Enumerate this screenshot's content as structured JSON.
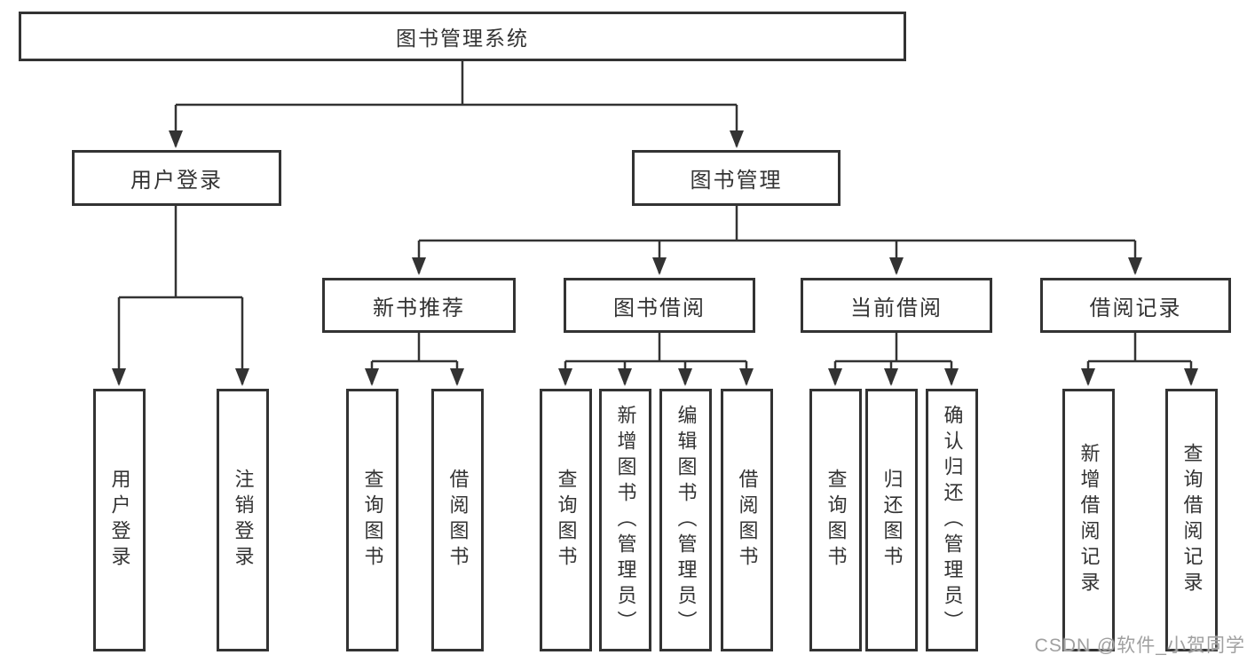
{
  "tree": {
    "root": {
      "label": "图书管理系统",
      "children": [
        {
          "label": "用户登录",
          "children": [
            {
              "label": "用户登录"
            },
            {
              "label": "注销登录"
            }
          ]
        },
        {
          "label": "图书管理",
          "children": [
            {
              "label": "新书推荐",
              "children": [
                {
                  "label": "查询图书"
                },
                {
                  "label": "借阅图书"
                }
              ]
            },
            {
              "label": "图书借阅",
              "children": [
                {
                  "label": "查询图书"
                },
                {
                  "label": "新增图书（管理员）"
                },
                {
                  "label": "编辑图书（管理员）"
                },
                {
                  "label": "借阅图书"
                }
              ]
            },
            {
              "label": "当前借阅",
              "children": [
                {
                  "label": "查询图书"
                },
                {
                  "label": "归还图书"
                },
                {
                  "label": "确认归还（管理员）"
                }
              ]
            },
            {
              "label": "借阅记录",
              "children": [
                {
                  "label": "新增借阅记录"
                },
                {
                  "label": "查询借阅记录"
                }
              ]
            }
          ]
        }
      ]
    }
  },
  "watermark": {
    "text": "CSDN @软件_小贺同学"
  },
  "colors": {
    "line": "#333333",
    "box_border": "#333333",
    "text": "#333333",
    "watermark": "#a0a0a0",
    "background": "#ffffff"
  }
}
